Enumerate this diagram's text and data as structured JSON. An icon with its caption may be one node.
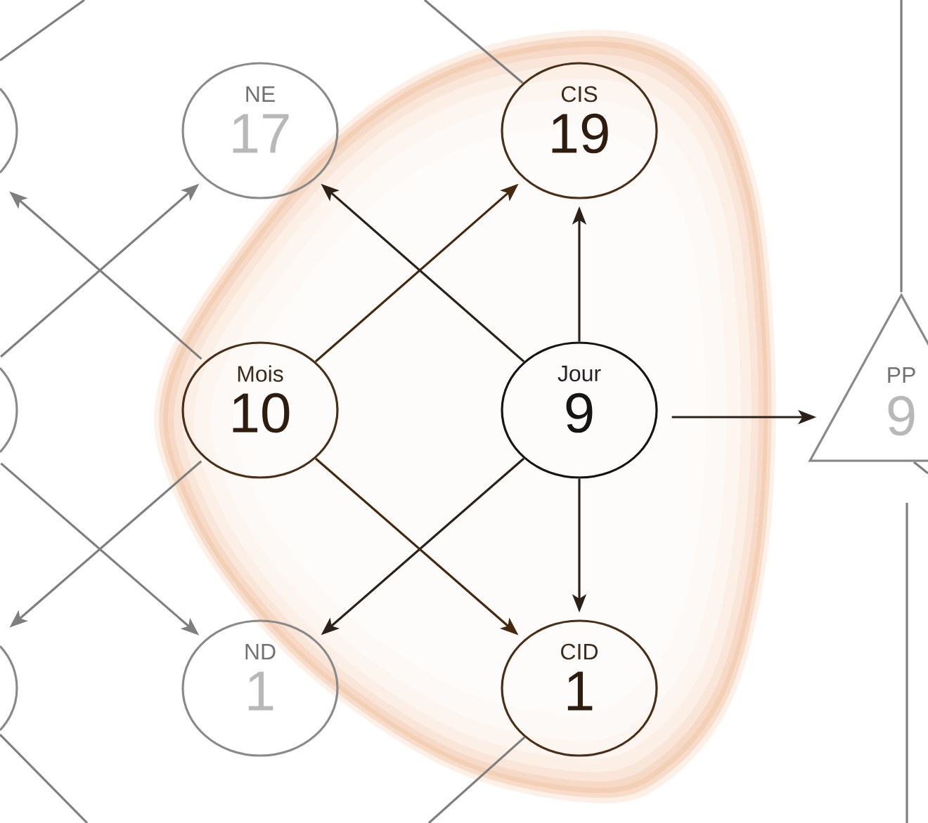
{
  "diagram": {
    "nodes": [
      {
        "text": [],
        "shape": "circle"
      },
      {
        "text": [
          "NE",
          "17"
        ]
      },
      {
        "text": [
          "CIS",
          "19"
        ]
      },
      {
        "text": [],
        "shape": "circle"
      },
      {
        "text": [
          "Mois",
          "10"
        ]
      },
      {
        "text": [
          "Jour",
          "9"
        ]
      },
      {
        "text": [
          "PP",
          "9"
        ]
      },
      {
        "text": [],
        "shape": "circle"
      },
      {
        "text": [
          "ND",
          "1"
        ]
      },
      {
        "text": [
          "CID",
          "1"
        ]
      }
    ],
    "edges": [
      {
        "from": 4,
        "to": 0,
        "arrow": "to"
      },
      {
        "from": 3,
        "to": 1,
        "arrow": "to"
      },
      {
        "from": 4,
        "to": 2,
        "arrow": "to",
        "color": "#45290f"
      },
      {
        "from": 5,
        "to": 1,
        "arrow": "to",
        "color": "#2b2119"
      },
      {
        "from": 5,
        "to": 2,
        "arrow": "to",
        "color": "#2b2119"
      },
      {
        "from": 5,
        "to": 6,
        "arrow": "to",
        "color": "#2b2119"
      },
      {
        "from": 4,
        "to": 7,
        "arrow": "to"
      },
      {
        "from": 3,
        "to": 8,
        "arrow": "to"
      },
      {
        "from": 5,
        "to": 8,
        "arrow": "to",
        "color": "#2b2119"
      },
      {
        "from": 4,
        "to": 9,
        "arrow": "to",
        "color": "#45290f"
      },
      {
        "from": 5,
        "to": 9,
        "arrow": "to",
        "color": "#2b2119"
      },
      {
        "from": 0,
        "to": null,
        "arrow": "none"
      },
      {
        "from": 2,
        "to": null,
        "arrow": "none"
      },
      {
        "from": 6,
        "to": null,
        "arrow": "none"
      },
      {
        "from": 6,
        "to": null,
        "arrow": "none"
      },
      {
        "from": 9,
        "to": null,
        "arrow": "none"
      },
      {
        "from": 7,
        "to": null,
        "arrow": "none"
      }
    ]
  }
}
